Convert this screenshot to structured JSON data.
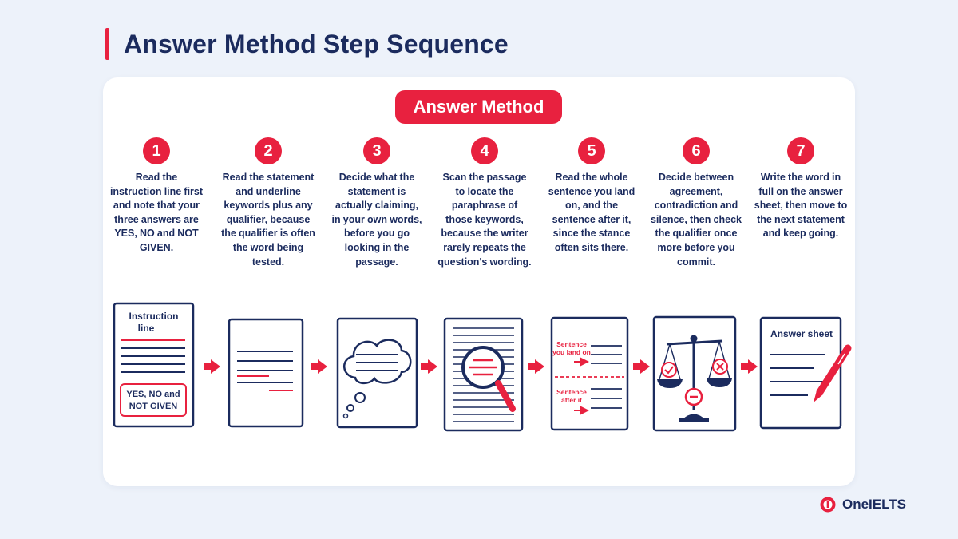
{
  "page": {
    "title": "Answer Method Step Sequence",
    "pill": "Answer Method"
  },
  "steps": [
    {
      "num": "1",
      "text": "Read the instruction line first and note that your three answers are YES, NO and NOT GIVEN."
    },
    {
      "num": "2",
      "text": "Read the statement and underline keywords plus any qualifier, because the qualifier is often the word being tested."
    },
    {
      "num": "3",
      "text": "Decide what the statement is actually claiming, in your own words, before you go looking in the passage."
    },
    {
      "num": "4",
      "text": "Scan the passage to locate the paraphrase of those keywords, because the writer rarely repeats the question's wording."
    },
    {
      "num": "5",
      "text": "Read the whole sentence you land on, and the sentence after it, since the stance often sits there."
    },
    {
      "num": "6",
      "text": "Decide between agreement, contradiction and silence, then check the qualifier once more before you commit."
    },
    {
      "num": "7",
      "text": "Write the word in full on the answer sheet, then move to the next statement and keep going."
    }
  ],
  "illustrations": {
    "instruction_heading_1": "Instruction",
    "instruction_heading_2": "line",
    "answers_line_1": "YES, NO and",
    "answers_line_2": "NOT GIVEN",
    "sentence_land_1": "Sentence",
    "sentence_land_2": "you land on",
    "sentence_after_1": "Sentence",
    "sentence_after_2": "after it",
    "answer_sheet": "Answer sheet"
  },
  "icons": [
    "document-icon",
    "thought-bubble-icon",
    "magnifier-icon",
    "scale-icon",
    "check-icon",
    "cross-icon",
    "minus-icon",
    "pen-icon",
    "arrow-right-icon"
  ],
  "colors": {
    "navy": "#1b2b5e",
    "red": "#e8213f",
    "background": "#edf2fa"
  },
  "brand": {
    "name": "OneIELTS"
  }
}
